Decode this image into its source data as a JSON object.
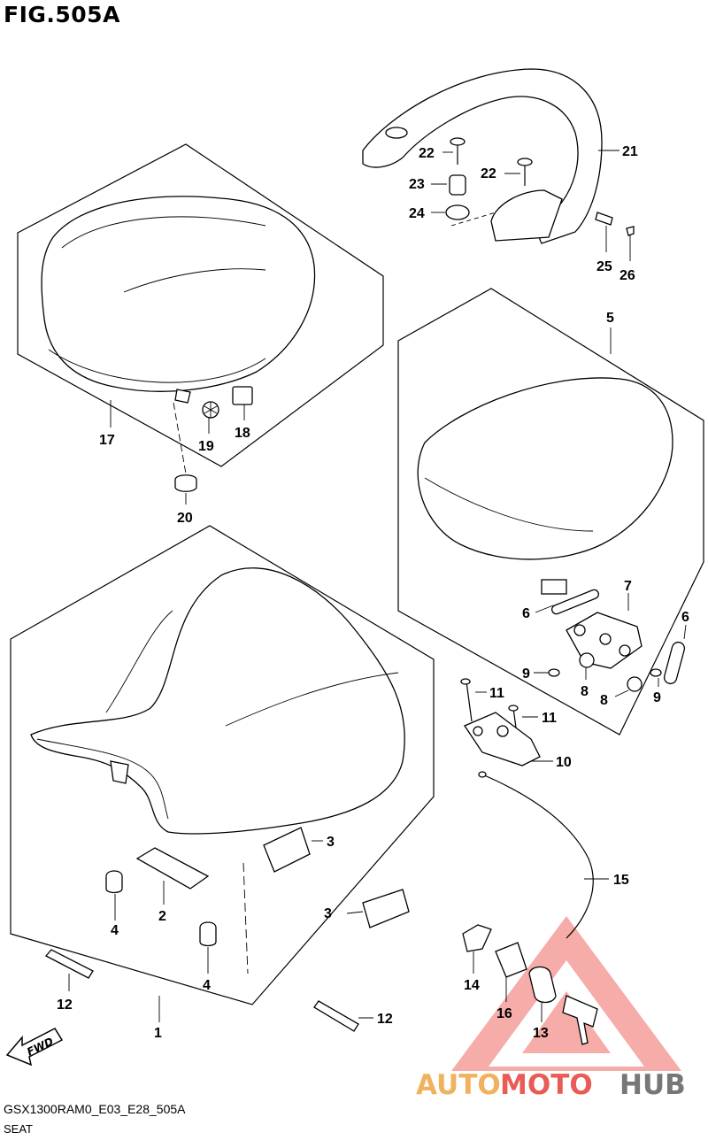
{
  "figure": {
    "title": "FIG.505A",
    "code": "GSX1300RAM0_E03_E28_505A",
    "caption": "SEAT"
  },
  "fwd_label": "FWD",
  "watermark": {
    "text_auto": "AUTO",
    "text_moto": "MOTO",
    "text_hub": "HUB",
    "color_auto": "#f0b25e",
    "color_moto": "#e95b56",
    "color_hub": "#666666"
  },
  "callouts": {
    "c1": "1",
    "c2": "2",
    "c3a": "3",
    "c3b": "3",
    "c4a": "4",
    "c4b": "4",
    "c5": "5",
    "c6a": "6",
    "c6b": "6",
    "c7": "7",
    "c8a": "8",
    "c8b": "8",
    "c9a": "9",
    "c9b": "9",
    "c10": "10",
    "c11a": "11",
    "c11b": "11",
    "c12a": "12",
    "c12b": "12",
    "c13": "13",
    "c14": "14",
    "c15": "15",
    "c16": "16",
    "c17": "17",
    "c18": "18",
    "c19": "19",
    "c20": "20",
    "c21": "21",
    "c22a": "22",
    "c22b": "22",
    "c23": "23",
    "c24": "24",
    "c25": "25",
    "c26": "26"
  }
}
